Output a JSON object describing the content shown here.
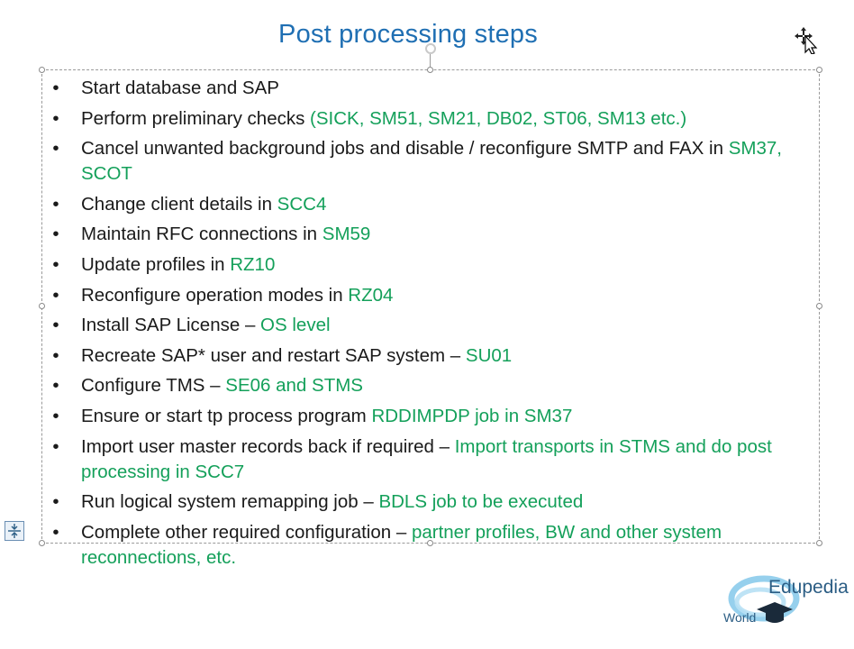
{
  "slide": {
    "title": "Post processing steps",
    "bullet_symbol": "•",
    "items": [
      {
        "text": "Start database and SAP",
        "highlight": ""
      },
      {
        "text": "Perform preliminary checks ",
        "highlight": "(SICK, SM51, SM21, DB02, ST06, SM13 etc.)"
      },
      {
        "text": "Cancel unwanted background jobs and disable / reconfigure SMTP and FAX in ",
        "highlight": "SM37, SCOT"
      },
      {
        "text": "Change client details in ",
        "highlight": "SCC4"
      },
      {
        "text": "Maintain RFC connections in ",
        "highlight": "SM59"
      },
      {
        "text": "Update profiles in ",
        "highlight": "RZ10"
      },
      {
        "text": "Reconfigure operation modes in ",
        "highlight": "RZ04"
      },
      {
        "text": "Install SAP License – ",
        "highlight": "OS level"
      },
      {
        "text": "Recreate SAP* user and restart SAP system – ",
        "highlight": "SU01"
      },
      {
        "text": "Configure TMS – ",
        "highlight": "SE06 and STMS"
      },
      {
        "text": "Ensure or start tp process program ",
        "highlight": "RDDIMPDP job in SM37"
      },
      {
        "text": "Import user master records back if required – ",
        "highlight": "Import transports in STMS and do post processing in SCC7"
      },
      {
        "text": "Run logical system remapping job – ",
        "highlight": "BDLS job to be executed"
      },
      {
        "text": "Complete other required configuration – ",
        "highlight": "partner profiles, BW and other system reconnections, etc."
      }
    ]
  },
  "logo": {
    "name": "Edupedia",
    "sub": "World"
  },
  "icons": {
    "cursor": "move-cursor-icon",
    "side": "collapse-icon"
  },
  "colors": {
    "title": "#1f6fb3",
    "highlight": "#14a05a",
    "text": "#1a1a1a"
  }
}
